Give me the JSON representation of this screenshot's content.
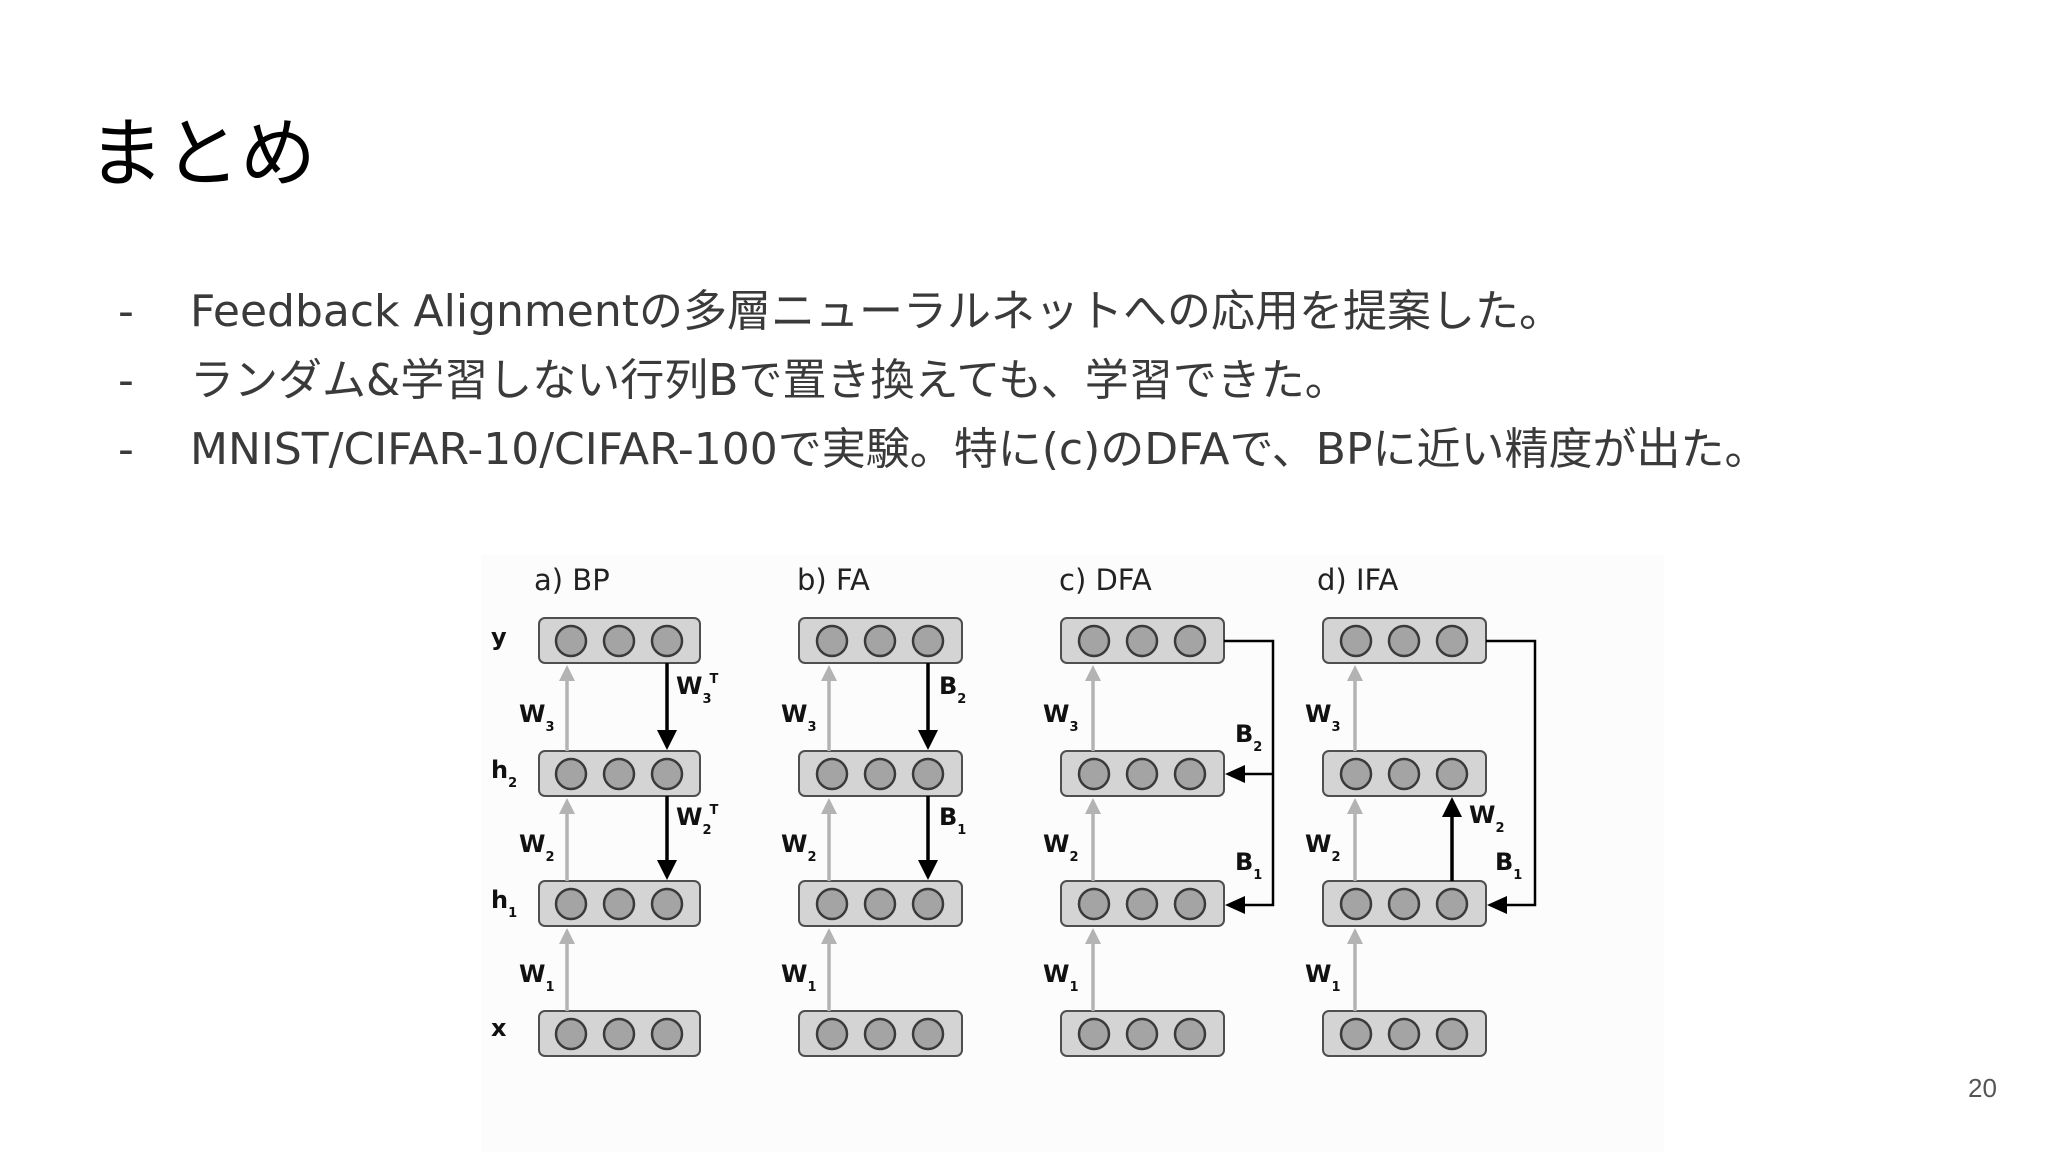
{
  "slide": {
    "title": "まとめ",
    "page_number": "20",
    "bullets": [
      {
        "dash": "-",
        "text": "Feedback Alignmentの多層ニューラルネットへの応用を提案した。"
      },
      {
        "dash": "-",
        "text": "ランダム&学習しない行列Bで置き換えても、学習できた。"
      },
      {
        "dash": "-",
        "text": "MNIST/CIFAR-10/CIFAR-100で実験。特に(c)のDFAで、BPに近い精度が出た。"
      }
    ]
  },
  "diagram": {
    "panel_titles": {
      "bp": "a) BP",
      "fa": "b) FA",
      "dfa": "c) DFA",
      "ifa": "d) IFA"
    },
    "layer_labels": {
      "y": "y",
      "h2": "h",
      "h2_sub": "2",
      "h1": "h",
      "h1_sub": "1",
      "x": "x"
    },
    "weights": {
      "W": "W",
      "B": "B",
      "T": "T",
      "s1": "1",
      "s2": "2",
      "s3": "3"
    },
    "colors": {
      "forward_arrow": "#b3b3b3",
      "backward_arrow": "#000000",
      "layer_fill": "#d4d4d4",
      "neuron_fill": "#a4a4a4"
    }
  }
}
